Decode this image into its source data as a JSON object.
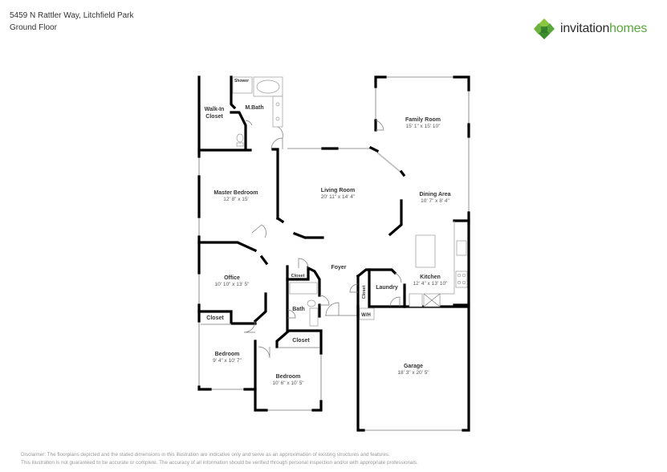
{
  "header": {
    "address": "5459 N Rattler Way, Litchfield Park",
    "floor": "Ground Floor"
  },
  "brand": {
    "name_part1": "invitation",
    "name_part2": "homes",
    "colors": {
      "dark": "#2b2b2b",
      "green": "#5aa83c",
      "green_dark": "#3f8a2e",
      "green_light": "#8cc63f"
    }
  },
  "rooms": {
    "family_room": {
      "label": "Family Room",
      "dims": "15' 1\" x 15' 10\""
    },
    "living_room": {
      "label": "Living Room",
      "dims": "20' 11\" x 14' 4\""
    },
    "dining_area": {
      "label": "Dining Area",
      "dims": "10' 7\" x 8' 4\""
    },
    "master_bedroom": {
      "label": "Master Bedroom",
      "dims": "12' 8\" x 15'"
    },
    "walk_in_closet": {
      "label1": "Walk-In",
      "label2": "Closet"
    },
    "master_bath": {
      "label": "M.Bath"
    },
    "shower": {
      "label": "Shower"
    },
    "office": {
      "label": "Office",
      "dims": "10' 10\" x 13' 5\""
    },
    "foyer": {
      "label": "Foyer"
    },
    "closet_foyer": {
      "label": "Closet"
    },
    "bath": {
      "label": "Bath"
    },
    "laundry": {
      "label": "Laundry"
    },
    "closet_laundry": {
      "label": "Closet"
    },
    "kitchen": {
      "label": "Kitchen",
      "dims": "12' 4\" x 13' 10\""
    },
    "water_heater": {
      "label": "W/H"
    },
    "closet_bed1": {
      "label": "Closet"
    },
    "bedroom1": {
      "label": "Bedroom",
      "dims": "9' 4\" x 10' 7\""
    },
    "closet_bed2": {
      "label": "Closet"
    },
    "bedroom2": {
      "label": "Bedroom",
      "dims": "10' 6\" x 10' 5\""
    },
    "garage": {
      "label": "Garage",
      "dims": "18' 3\" x 20' 5\""
    }
  },
  "disclaimer": {
    "line1": "Disclaimer: The floorplans depicted and the stated dimensions in this illustration are indicative only and serve as an approximation of existing structures and features.",
    "line2": "This illustration is not guaranteed to be accurate or complete. The accuracy of all information should be verified through personal inspection and/or with appropriate professionals."
  }
}
